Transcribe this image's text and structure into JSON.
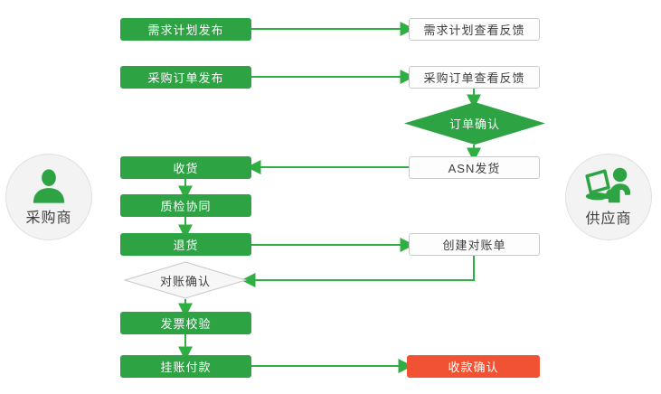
{
  "flow": {
    "actors": {
      "buyer": "采购商",
      "supplier": "供应商"
    },
    "nodes": {
      "demand_plan_publish": "需求计划发布",
      "demand_plan_feedback": "需求计划查看反馈",
      "po_publish": "采购订单发布",
      "po_feedback": "采购订单查看反馈",
      "order_confirm": "订单确认",
      "receive_goods": "收货",
      "asn_ship": "ASN发货",
      "quality_collab": "质检协同",
      "return_goods": "退货",
      "create_statement": "创建对账单",
      "statement_confirm": "对账确认",
      "invoice_check": "发票校验",
      "payment_on_account": "挂账付款",
      "receipt_confirm": "收款确认"
    },
    "colors": {
      "process_green": "#2DA344",
      "arrow_green": "#2FAE42",
      "final_red": "#F05233",
      "box_border_gray": "#C9C9C9",
      "circle_gray": "#F3F3F3",
      "text_dark": "#3D3D3D"
    }
  }
}
